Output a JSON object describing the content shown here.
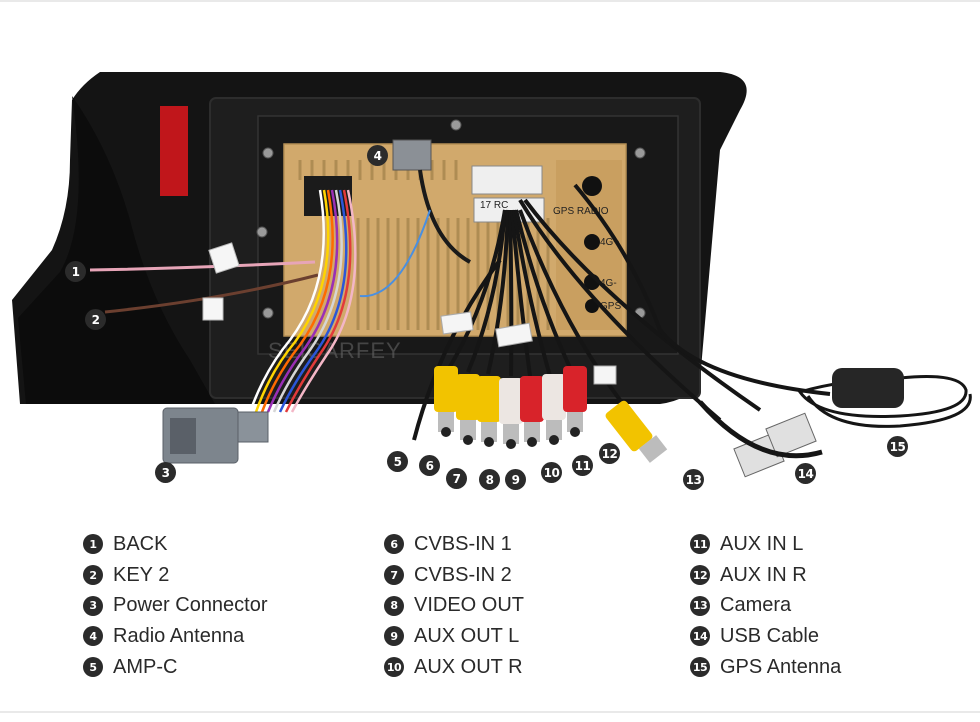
{
  "markers": [
    "1",
    "2",
    "3",
    "4",
    "5",
    "6",
    "7",
    "8",
    "9",
    "10",
    "11",
    "12",
    "13",
    "14",
    "15"
  ],
  "board_labels": {
    "gps_radio": "GPS RADIO",
    "4g_plus": "4G+",
    "4g_minus": "4G-",
    "gps": "GPS",
    "watermark": "SEICARFEY",
    "connector_tag": "17 RC"
  },
  "legend": {
    "col1": [
      {
        "num": "1",
        "label": "BACK"
      },
      {
        "num": "2",
        "label": "KEY 2"
      },
      {
        "num": "3",
        "label": "Power Connector"
      },
      {
        "num": "4",
        "label": "Radio Antenna"
      },
      {
        "num": "5",
        "label": "AMP-C"
      }
    ],
    "col2": [
      {
        "num": "6",
        "label": "CVBS-IN 1"
      },
      {
        "num": "7",
        "label": "CVBS-IN 2"
      },
      {
        "num": "8",
        "label": "VIDEO OUT"
      },
      {
        "num": "9",
        "label": "AUX OUT L"
      },
      {
        "num": "10",
        "label": "AUX OUT R"
      }
    ],
    "col3": [
      {
        "num": "11",
        "label": "AUX IN L"
      },
      {
        "num": "12",
        "label": "AUX IN R"
      },
      {
        "num": "13",
        "label": "Camera"
      },
      {
        "num": "14",
        "label": "USB Cable"
      },
      {
        "num": "15",
        "label": "GPS Antenna"
      }
    ]
  },
  "colors": {
    "bezel": "#141414",
    "board": "#d1a96c",
    "marker": "#2b2b2b",
    "rca_yellow": "#f2c300",
    "rca_red": "#d8232a",
    "rca_white": "#ece6e2"
  }
}
